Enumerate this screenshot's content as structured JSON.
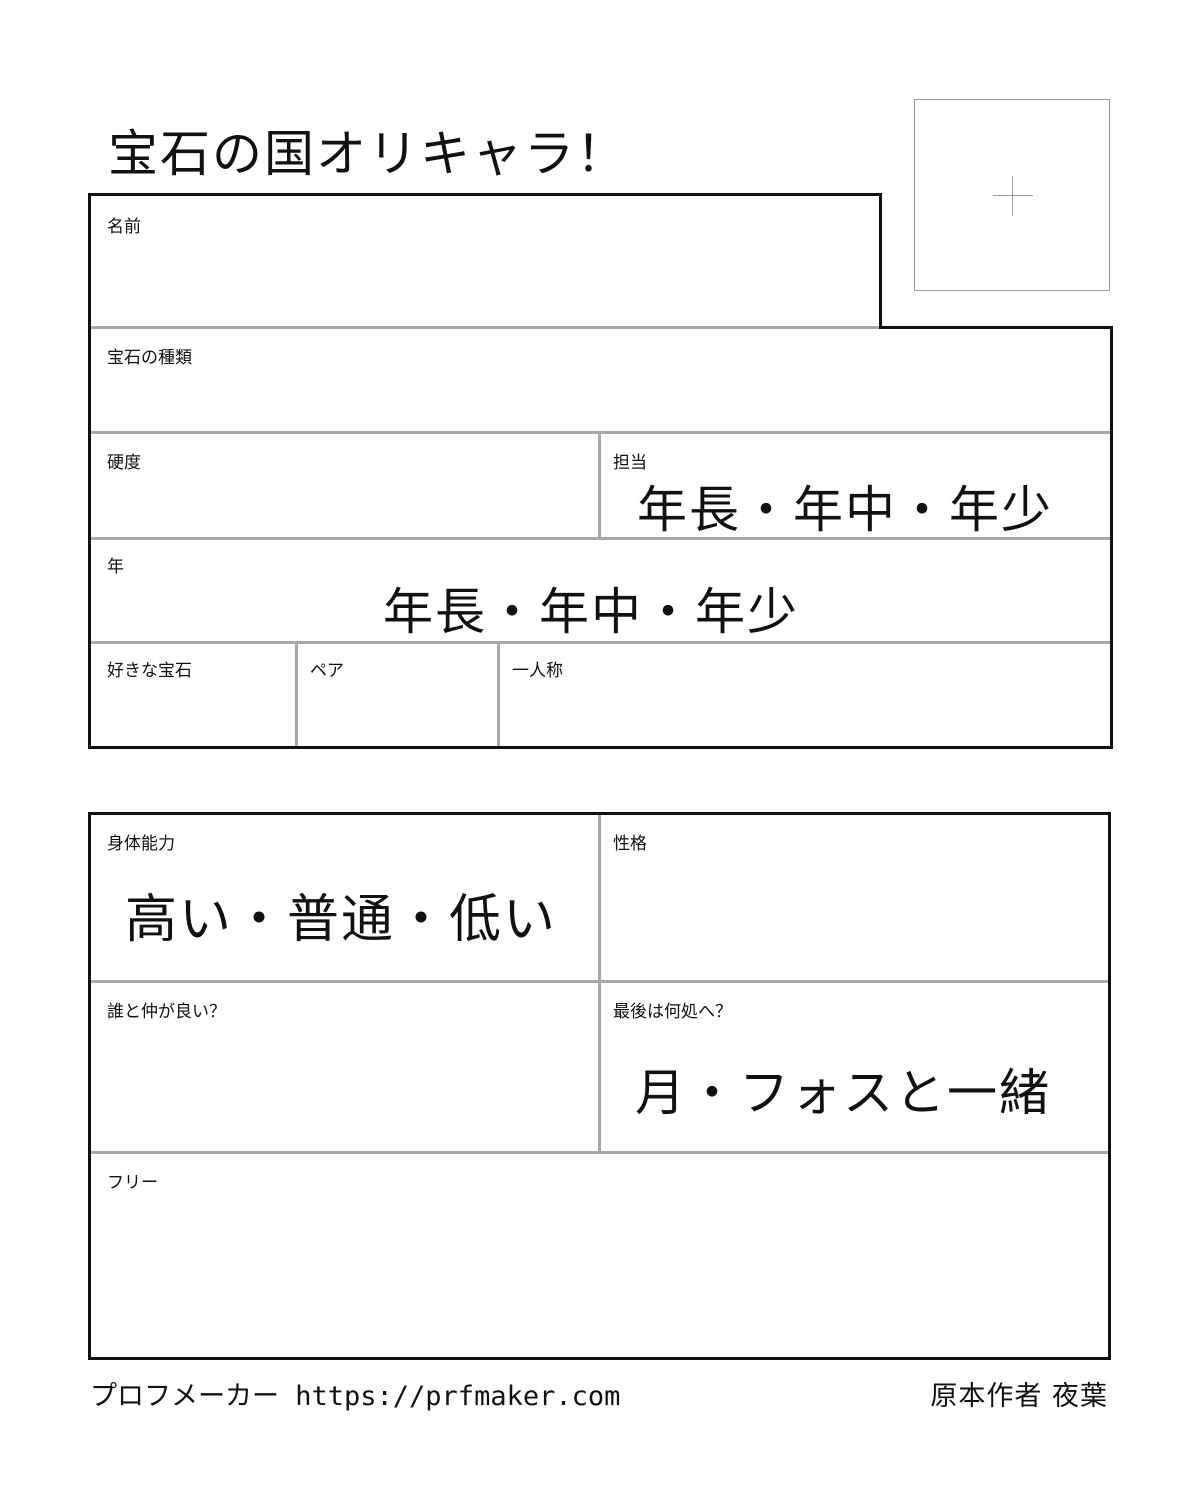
{
  "title": "宝石の国オリキャラ！",
  "photo": {
    "icon": "plus-icon"
  },
  "section1": {
    "name_label": "名前",
    "gem_type_label": "宝石の種類",
    "hardness_label": "硬度",
    "role_label": "担当",
    "role_options": "年長・年中・年少",
    "age_label": "年",
    "age_options": "年長・年中・年少",
    "favorite_gem_label": "好きな宝石",
    "pair_label": "ペア",
    "pronoun_label": "一人称"
  },
  "section2": {
    "physical_label": "身体能力",
    "physical_options": "高い・普通・低い",
    "personality_label": "性格",
    "friends_label": "誰と仲が良い？",
    "ending_label": "最後は何処へ？",
    "ending_options": "月・フォスと一緒",
    "free_label": "フリー"
  },
  "footer": {
    "maker": "プロフメーカー https://prfmaker.com",
    "author": "原本作者 夜葉"
  }
}
